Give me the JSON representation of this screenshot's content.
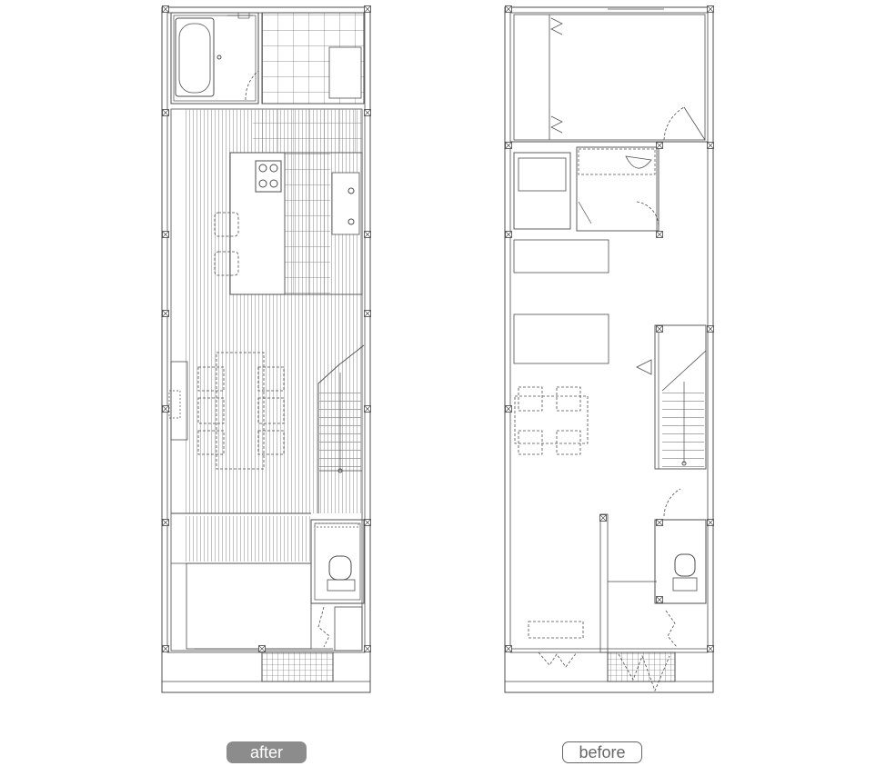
{
  "labels": {
    "after": "after",
    "before": "before"
  },
  "colors": {
    "line": "#4d4d4d",
    "fine": "#8a8a8a",
    "badge_fill": "#8c8c8c",
    "badge_text": "#ffffff",
    "outline_text": "#666666"
  },
  "plans": [
    {
      "id": "after",
      "label_style": "filled"
    },
    {
      "id": "before",
      "label_style": "outlined"
    }
  ]
}
